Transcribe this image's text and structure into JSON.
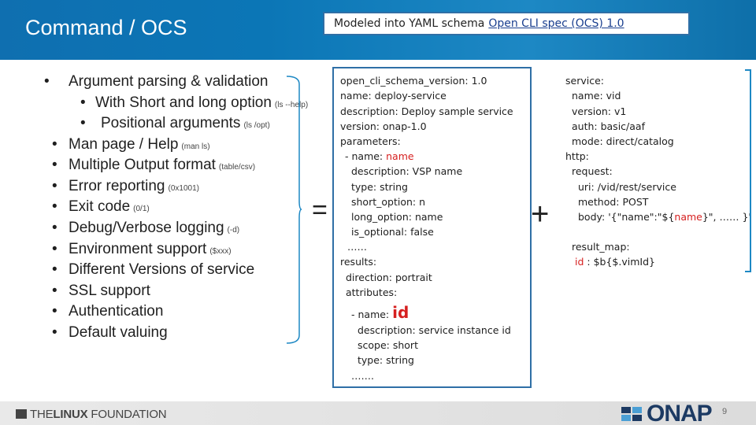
{
  "header": {
    "title": "Command / OCS",
    "yaml_prefix": "Modeled into YAML schema",
    "yaml_link": "Open CLI spec (OCS) 1.0"
  },
  "bullets": [
    {
      "text": "Argument  parsing & validation",
      "small": ""
    },
    {
      "text": "With Short and long option",
      "small": "(ls --help)"
    },
    {
      "text": "Positional arguments",
      "small": "(ls /opt)"
    },
    {
      "text": "Man page / Help",
      "small": "(man ls)"
    },
    {
      "text": "Multiple Output format",
      "small": "(table/csv)"
    },
    {
      "text": "Error reporting",
      "small": "(0x1001)"
    },
    {
      "text": "Exit code",
      "small": "(0/1)"
    },
    {
      "text": "Debug/Verbose logging",
      "small": "(-d)"
    },
    {
      "text": "Environment support",
      "small": "($xxx)"
    },
    {
      "text": "Different Versions of service",
      "small": ""
    },
    {
      "text": "SSL support",
      "small": ""
    },
    {
      "text": "Authentication",
      "small": ""
    },
    {
      "text": "Default valuing",
      "small": ""
    }
  ],
  "operators": {
    "equals": "=",
    "plus": "+"
  },
  "yaml_code": {
    "l1": "open_cli_schema_version: 1.0",
    "l2": "name: deploy-service",
    "l3": "description: Deploy  sample service",
    "l4": "version: onap-1.0",
    "l5": "parameters:",
    "l6_prefix": "- name: ",
    "l6_value": "name",
    "l7": "description: VSP name",
    "l8": "type: string",
    "l9": "short_option: n",
    "l10": "long_option: name",
    "l11": "is_optional: false",
    "l12": "……",
    "l13": "results:",
    "l14": "direction: portrait",
    "l15": "attributes:",
    "l16_prefix": "- name: ",
    "l16_value": "id",
    "l17": "description: service instance id",
    "l18": "scope: short",
    "l19": "type: string",
    "l20": "…….",
    "highlight_color": "#d62020"
  },
  "service_code": {
    "s1": "service:",
    "s2": "name: vid",
    "s3": "version: v1",
    "s4": "auth:  basic/aaf",
    "s5": "mode:  direct/catalog",
    "s6": "http:",
    "s7": "request:",
    "s8": "uri: /vid/rest/service",
    "s9": "method: POST",
    "s10_a": "body: '{\"name\":\"${",
    "s10_b": "name",
    "s10_c": "}\", …… }'",
    "s11": "result_map:",
    "s12_a": "id",
    "s12_b": " : $b{$.vimId}"
  },
  "footer": {
    "lf_the": "THE",
    "lf_linux": "LINUX",
    "lf_foundation": " FOUNDATION",
    "onap": "ONAP",
    "page_number": "9"
  },
  "colors": {
    "header_blue": "#0b76b6",
    "accent_red": "#d62020",
    "box_border": "#2f6fa6"
  }
}
